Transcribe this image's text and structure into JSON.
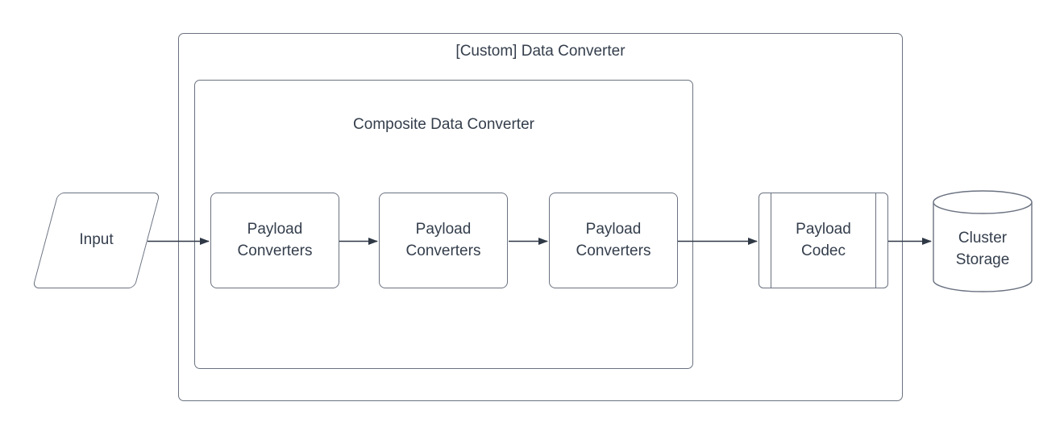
{
  "diagram": {
    "outer_container": {
      "title": "[Custom] Data Converter"
    },
    "inner_container": {
      "title": "Composite Data Converter"
    },
    "nodes": [
      {
        "id": "input",
        "label": "Input",
        "shape": "parallelogram"
      },
      {
        "id": "payload-converters-1",
        "label": "Payload Converters",
        "shape": "rounded-rectangle"
      },
      {
        "id": "payload-converters-2",
        "label": "Payload Converters",
        "shape": "rounded-rectangle"
      },
      {
        "id": "payload-converters-3",
        "label": "Payload Converters",
        "shape": "rounded-rectangle"
      },
      {
        "id": "payload-codec",
        "label": "Payload Codec",
        "shape": "predefined-process"
      },
      {
        "id": "cluster-storage",
        "label": "Cluster Storage",
        "shape": "cylinder"
      }
    ],
    "edges": [
      {
        "from": "input",
        "to": "payload-converters-1"
      },
      {
        "from": "payload-converters-1",
        "to": "payload-converters-2"
      },
      {
        "from": "payload-converters-2",
        "to": "payload-converters-3"
      },
      {
        "from": "payload-converters-3",
        "to": "payload-codec"
      },
      {
        "from": "payload-codec",
        "to": "cluster-storage"
      }
    ],
    "colors": {
      "stroke": "#6a7280",
      "arrow": "#2f3845",
      "text": "#343e4c",
      "bg": "#ffffff"
    }
  }
}
